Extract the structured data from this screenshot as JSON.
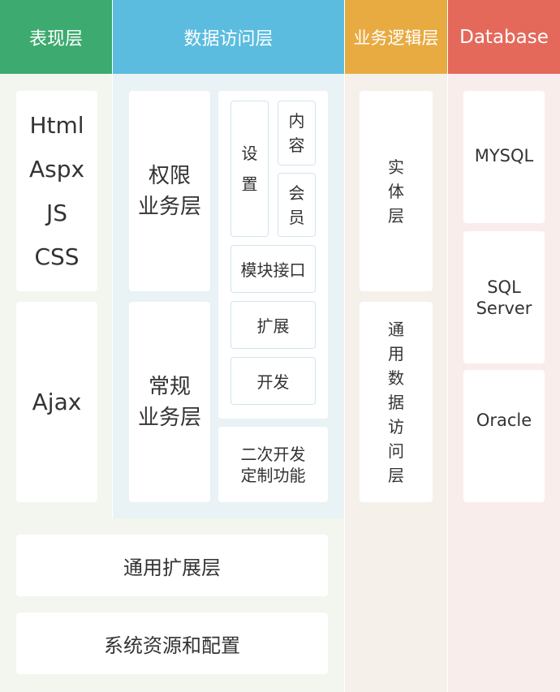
{
  "headers": {
    "presentation": {
      "label": "表现层",
      "color": "#3daa6f"
    },
    "data_access": {
      "label": "数据访问层",
      "color": "#5bbcdf"
    },
    "business_logic": {
      "label": "业务逻辑层",
      "color": "#e8ab41"
    },
    "database": {
      "label": "Database",
      "color": "#e4695b"
    }
  },
  "column_colors": {
    "presentation": "#f3f6ef",
    "data_access": "#e9f2f4",
    "business_logic": "#f5f1ea",
    "database": "#f9edeb"
  },
  "presentation": {
    "tech_list": [
      "Html",
      "Aspx",
      "JS",
      "CSS"
    ],
    "ajax": "Ajax"
  },
  "data_access": {
    "permission_layer": "权限\n业务层",
    "regular_layer": "常规\n业务层",
    "settings": "设\n置",
    "content": "内\n容",
    "member": "会\n员",
    "module_interface": "模块接口",
    "extension": "扩展",
    "development": "开发",
    "custom_dev": "二次开发\n定制功能"
  },
  "business_logic": {
    "entity_layer": "实\n体\n层",
    "common_data_access": "通\n用\n数\n据\n访\n问\n层"
  },
  "database": {
    "mysql": "MYSQL",
    "sql_server": "SQL\nServer",
    "oracle": "Oracle"
  },
  "bottom": {
    "common_extension": "通用扩展层",
    "system_resources": "系统资源和配置"
  }
}
